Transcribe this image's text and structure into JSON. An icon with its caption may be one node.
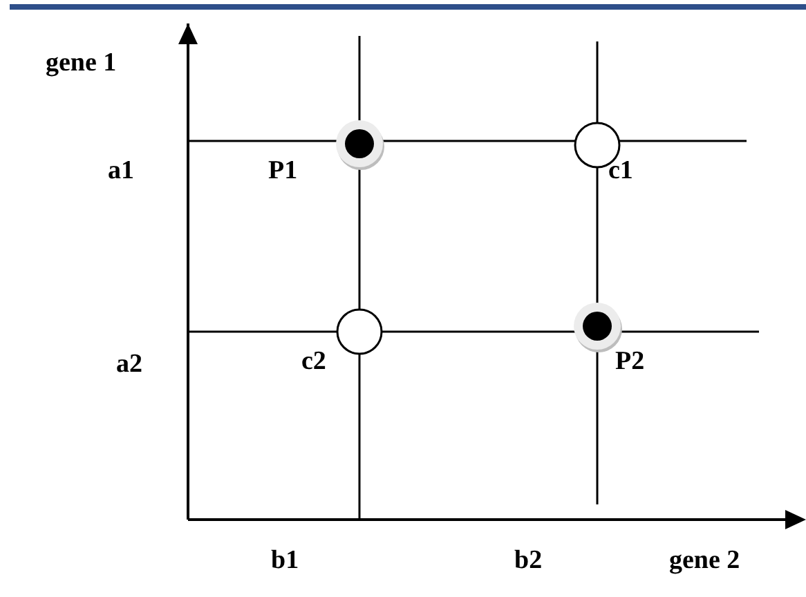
{
  "diagram": {
    "nodes": [
      {
        "text": [],
        "shape": "dot",
        "beside": [
          "P1"
        ]
      },
      {
        "text": [],
        "shape": "circle",
        "beside": [
          "c1"
        ]
      },
      {
        "text": [],
        "shape": "circle",
        "beside": [
          "c2"
        ]
      },
      {
        "text": [],
        "shape": "dot",
        "beside": [
          "P2"
        ]
      }
    ],
    "labels": [
      "gene 1",
      "a1",
      "a2",
      "b1",
      "b2",
      "gene 2"
    ]
  }
}
